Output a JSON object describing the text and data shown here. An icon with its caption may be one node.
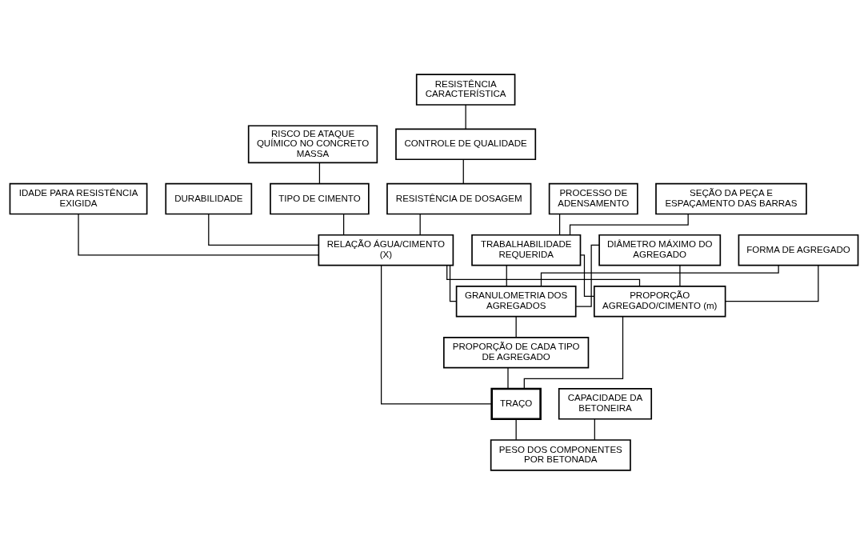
{
  "diagram": {
    "nodes": [
      {
        "text": [
          "RESISTÊNCIA CARACTERÍSTICA"
        ]
      },
      {
        "text": [
          "PROCESSO DE ADENSAMENTO"
        ]
      },
      {
        "text": [
          "SEÇÃO DA PEÇA E ESPAÇAMENTO DAS BARRAS"
        ]
      },
      {
        "text": [
          "RISCO DE ATAQUE QUÍMICO NO CONCRETO MASSA"
        ]
      },
      {
        "text": [
          "CONTROLE DE QUALIDADE"
        ]
      },
      {
        "text": [
          "TRABALHABILIDADE REQUERIDA"
        ]
      },
      {
        "text": [
          "DIÂMETRO MÁXIMO DO AGREGADO"
        ]
      },
      {
        "text": [
          "FORMA DE AGREGADO"
        ]
      },
      {
        "text": [
          "TIPO DE CIMENTO"
        ]
      },
      {
        "text": [
          "RESISTÊNCIA DE DOSAGEM"
        ]
      },
      {
        "text": [
          "IDADE PARA RESISTÊNCIA EXIGIDA"
        ]
      },
      {
        "text": [
          "DURABILIDADE"
        ]
      },
      {
        "text": [
          "RELAÇÃO ÁGUA/CIMENTO (X)"
        ]
      },
      {
        "text": [
          "PROPORÇÃO AGREGADO/CIMENTO (m)"
        ]
      },
      {
        "text": [
          "GRANULOMETRIA DOS AGREGADOS"
        ]
      },
      {
        "text": [
          "PROPORÇÃO DE CADA TIPO DE AGREGADO"
        ]
      },
      {
        "text": [
          "TRAÇO"
        ]
      },
      {
        "text": [
          "CAPACIDADE DA BETONEIRA"
        ]
      },
      {
        "text": [
          "PESO DOS COMPONENTES POR BETONADA"
        ]
      }
    ],
    "edges": [
      {
        "from": 0,
        "to": 4,
        "arrow": "none"
      },
      {
        "from": 1,
        "to": 5,
        "arrow": "none"
      },
      {
        "from": 2,
        "to": 5,
        "arrow": "none"
      },
      {
        "from": 3,
        "to": 8,
        "arrow": "none"
      },
      {
        "from": 4,
        "to": 9,
        "arrow": "none"
      },
      {
        "from": 8,
        "to": 12,
        "arrow": "none"
      },
      {
        "from": 9,
        "to": 12,
        "arrow": "none"
      },
      {
        "from": 10,
        "to": 12,
        "arrow": "none"
      },
      {
        "from": 11,
        "to": 12,
        "arrow": "none"
      },
      {
        "from": 12,
        "to": 13,
        "arrow": "none"
      },
      {
        "from": 5,
        "to": 13,
        "arrow": "none"
      },
      {
        "from": 6,
        "to": 13,
        "arrow": "none"
      },
      {
        "from": 7,
        "to": 13,
        "arrow": "none"
      },
      {
        "from": 12,
        "to": 14,
        "arrow": "none"
      },
      {
        "from": 5,
        "to": 14,
        "arrow": "none"
      },
      {
        "from": 6,
        "to": 14,
        "arrow": "none"
      },
      {
        "from": 7,
        "to": 14,
        "arrow": "none"
      },
      {
        "from": 12,
        "to": 16,
        "arrow": "none"
      },
      {
        "from": 13,
        "to": 16,
        "arrow": "none"
      },
      {
        "from": 14,
        "to": 15,
        "arrow": "none"
      },
      {
        "from": 15,
        "to": 16,
        "arrow": "none"
      },
      {
        "from": 16,
        "to": 18,
        "arrow": "none"
      },
      {
        "from": 17,
        "to": 18,
        "arrow": "none"
      }
    ]
  }
}
